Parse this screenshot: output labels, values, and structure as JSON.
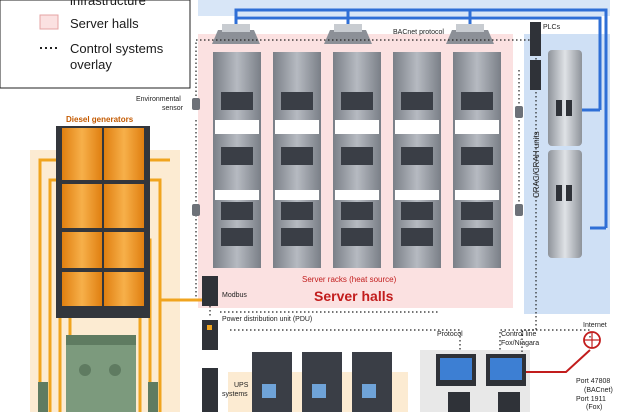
{
  "legend": {
    "infrastructure": "infrastructure",
    "server_halls": "Server halls",
    "control_overlay_line1": "Control systems",
    "control_overlay_line2": "overlay"
  },
  "labels": {
    "bacnet_protocol": "BACnet protocol",
    "plcs": "PLCs",
    "environmental_sensor_1": "Environmental",
    "environmental_sensor_2": "sensor",
    "diesel_generators": "Diesel generators",
    "crac_crah_units": "CRAC/CRAH units",
    "server_racks": "Server racks (heat source)",
    "server_halls": "Server halls",
    "modbus": "Modbus",
    "pdu": "Power distribution unit (PDU)",
    "protocol": "Protocol",
    "control_line_1": "Control line",
    "control_line_2": "Fox/Niagara",
    "internet": "Internet",
    "port_47808": "Port 47808",
    "bacnet_paren": "(BACnet)",
    "port_1911": "Port 1911",
    "fox_paren": "(Fox)",
    "ups_1": "UPS",
    "ups_2": "systems"
  },
  "colors": {
    "blue_pipe": "#2f6fd6",
    "server_hall_fill": "#fbe1e1",
    "orange_cable": "#f0a41f",
    "generator_bg": "#fcebd2",
    "crac_bg": "#cfe0f5",
    "accent_red": "#c21d1d"
  }
}
